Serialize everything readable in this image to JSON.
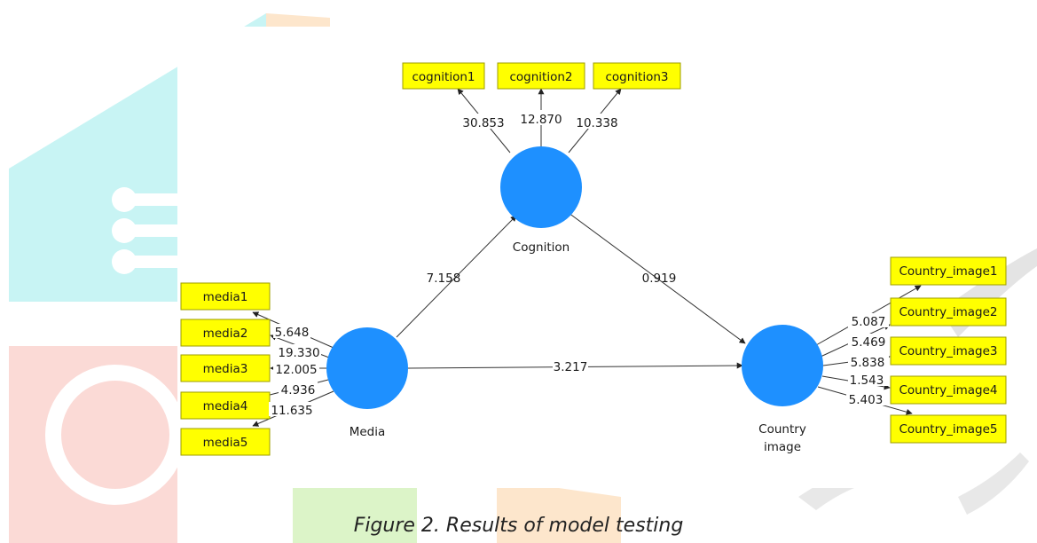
{
  "caption": "Figure 2. Results of model testing",
  "colors": {
    "latent": "#1e90ff",
    "indicator": "#ffff00",
    "watermark_cyan": "#c8f4f4",
    "watermark_red": "#fbdad6",
    "watermark_green": "#dcf4c8",
    "watermark_orange": "#fde6cc"
  },
  "latents": {
    "cognition": "Cognition",
    "media": "Media",
    "country_image": [
      "Country",
      "image"
    ]
  },
  "cognition_indicators": [
    {
      "label": "cognition1",
      "loading": "30.853"
    },
    {
      "label": "cognition2",
      "loading": "12.870"
    },
    {
      "label": "cognition3",
      "loading": "10.338"
    }
  ],
  "media_indicators": [
    {
      "label": "media1",
      "loading": "5.648"
    },
    {
      "label": "media2",
      "loading": "19.330"
    },
    {
      "label": "media3",
      "loading": "12.005"
    },
    {
      "label": "media4",
      "loading": "4.936"
    },
    {
      "label": "media5",
      "loading": "11.635"
    }
  ],
  "country_indicators": [
    {
      "label": "Country_image1",
      "loading": "5.087"
    },
    {
      "label": "Country_image2",
      "loading": "5.469"
    },
    {
      "label": "Country_image3",
      "loading": "5.838"
    },
    {
      "label": "Country_image4",
      "loading": "1.543"
    },
    {
      "label": "Country_image5",
      "loading": "5.403"
    }
  ],
  "paths": {
    "media_to_cognition": "7.158",
    "cognition_to_country": "0.919",
    "media_to_country": "3.217"
  }
}
